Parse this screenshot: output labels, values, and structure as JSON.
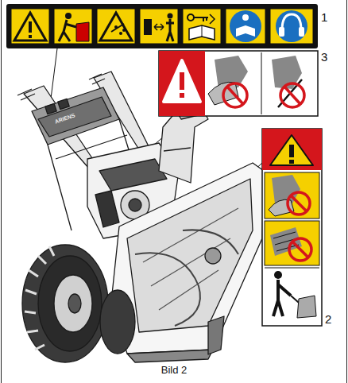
{
  "diagram": {
    "caption": "Bild 2",
    "labels": [
      "1",
      "3",
      "ARIENS",
      "2"
    ]
  }
}
